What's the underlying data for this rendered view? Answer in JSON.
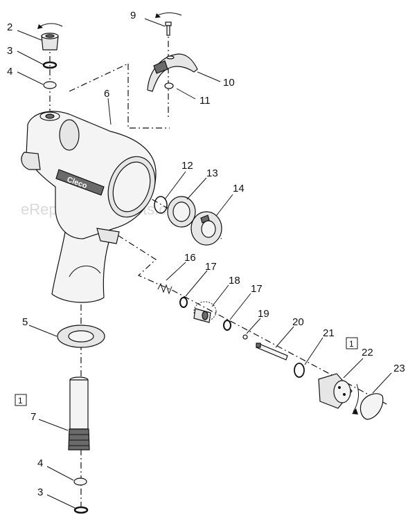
{
  "watermark": "eReplacementParts.com",
  "brand": "Cleco",
  "note_box": "1",
  "callouts": {
    "c2": "2",
    "c3a": "3",
    "c4a": "4",
    "c5": "5",
    "c6": "6",
    "c7": "7",
    "c4b": "4",
    "c3b": "3",
    "c9": "9",
    "c10": "10",
    "c11": "11",
    "c12": "12",
    "c13": "13",
    "c14": "14",
    "c16": "16",
    "c17a": "17",
    "c18": "18",
    "c17b": "17",
    "c19": "19",
    "c20": "20",
    "c21": "21",
    "c22": "22",
    "c23": "23"
  }
}
